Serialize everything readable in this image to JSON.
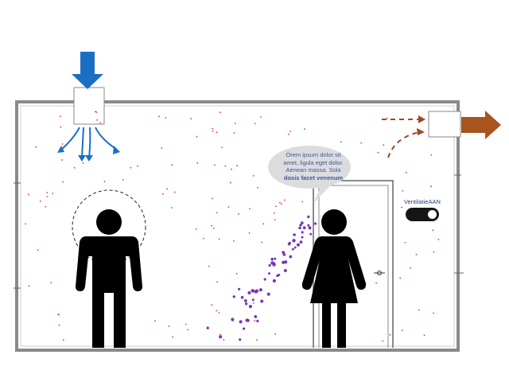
{
  "speech_bubble": {
    "line1": "Örem ipsum dolor sit",
    "line2": "amet, ligula eget dolor.",
    "line3": "Aenean massa. Sola",
    "line4": "dosis facet venenum"
  },
  "ventilation_toggle": {
    "label": "VentilatieAAN",
    "state": "on"
  },
  "colors": {
    "inlet_arrow": "#1a6fc4",
    "outlet_arrow": "#a8541f",
    "outlet_flow": "#a0482a",
    "particles": "#e23a3a",
    "exhaled_droplets": "#7a35b8",
    "wall": "#8a8a8a",
    "person": "#000000"
  },
  "icons": [
    "inlet-arrow-icon",
    "outlet-arrow-icon",
    "person-male-icon",
    "person-female-icon",
    "door-icon",
    "speech-bubble-icon"
  ]
}
